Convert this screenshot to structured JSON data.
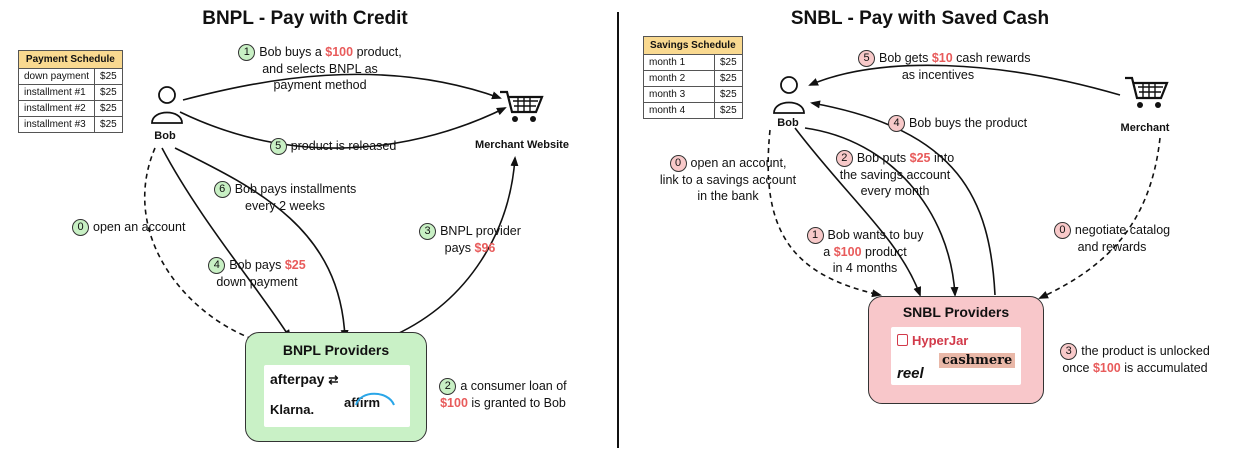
{
  "left": {
    "title": "BNPL - Pay with Credit",
    "schedule": {
      "header": "Payment Schedule",
      "rows": [
        {
          "label": "down payment",
          "value": "$25"
        },
        {
          "label": "installment #1",
          "value": "$25"
        },
        {
          "label": "installment #2",
          "value": "$25"
        },
        {
          "label": "installment #3",
          "value": "$25"
        }
      ]
    },
    "bob": "Bob",
    "merchant": "Merchant Website",
    "provider_title": "BNPL Providers",
    "logos": {
      "afterpay": "afterpay",
      "klarna": "Klarna.",
      "affirm": "affirm"
    },
    "steps": {
      "s1": {
        "n": "1",
        "a": "Bob buys a ",
        "amt": "$100",
        "b": " product,",
        "line2": "and selects BNPL as",
        "line3": "payment method"
      },
      "s5": {
        "n": "5",
        "text": "product is released"
      },
      "s6": {
        "n": "6",
        "line1": "Bob pays installments",
        "line2": "every 2 weeks"
      },
      "s0": {
        "n": "0",
        "text": "open an account"
      },
      "s3": {
        "n": "3",
        "line1": "BNPL provider",
        "a": "pays ",
        "amt": "$96"
      },
      "s4": {
        "n": "4",
        "a": "Bob pays ",
        "amt": "$25",
        "line2": "down payment"
      },
      "s2": {
        "n": "2",
        "line1": "a consumer loan of",
        "amt": "$100",
        "b": " is granted to Bob"
      }
    }
  },
  "right": {
    "title": "SNBL - Pay with Saved Cash",
    "schedule": {
      "header": "Savings Schedule",
      "rows": [
        {
          "label": "month 1",
          "value": "$25"
        },
        {
          "label": "month 2",
          "value": "$25"
        },
        {
          "label": "month 3",
          "value": "$25"
        },
        {
          "label": "month 4",
          "value": "$25"
        }
      ]
    },
    "bob": "Bob",
    "merchant": "Merchant",
    "provider_title": "SNBL Providers",
    "logos": {
      "hyperjar": "HyperJar",
      "cashmere": "cashmere",
      "reel": "reel"
    },
    "steps": {
      "s5": {
        "n": "5",
        "a": "Bob gets ",
        "amt": "$10",
        "b": " cash rewards",
        "line2": "as incentives"
      },
      "s4": {
        "n": "4",
        "text": "Bob buys the product"
      },
      "s0a": {
        "n": "0",
        "line1": "open an account,",
        "line2": "link to a savings account",
        "line3": "in the bank"
      },
      "s2": {
        "n": "2",
        "a": "Bob puts ",
        "amt": "$25",
        "b": " into",
        "line2": "the savings account",
        "line3": "every month"
      },
      "s1": {
        "n": "1",
        "line1": "Bob wants to buy",
        "a": "a ",
        "amt": "$100",
        "b": " product",
        "line3": "in 4 months"
      },
      "s0b": {
        "n": "0",
        "line1": "negotiate catalog",
        "line2": "and rewards"
      },
      "s3": {
        "n": "3",
        "line1": "the product is unlocked",
        "a": "once ",
        "amt": "$100",
        "b": " is accumulated"
      }
    }
  }
}
